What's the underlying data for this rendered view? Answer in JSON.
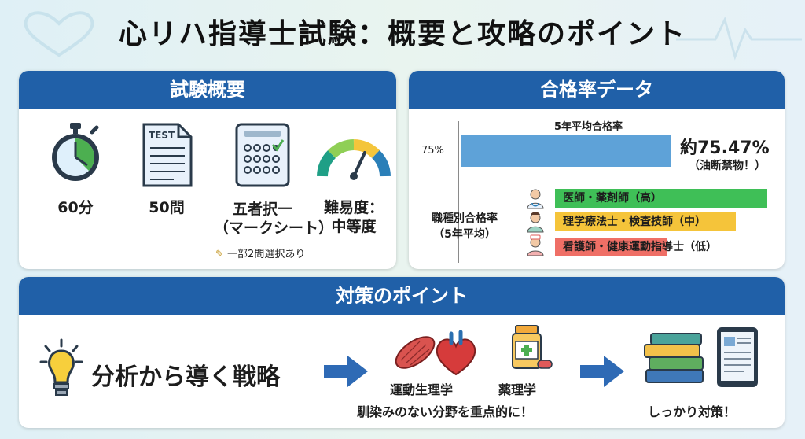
{
  "page": {
    "title": "心リハ指導士試験：概要と攻略のポイント"
  },
  "overview": {
    "header": "試験概要",
    "items": [
      {
        "icon": "stopwatch-icon",
        "label": "60分"
      },
      {
        "icon": "test-paper-icon",
        "label": "50問"
      },
      {
        "icon": "answer-sheet-icon",
        "label_line1": "五者択一",
        "label_line2": "（マークシート）"
      },
      {
        "icon": "gauge-icon",
        "label_line1": "難易度：",
        "label_line2": "中等度"
      }
    ],
    "note": "一部2問選択あり",
    "note_icon": "pencil-icon"
  },
  "rate": {
    "header": "合格率データ",
    "avg_title": "5年平均合格率",
    "avg_axis_label": "75%",
    "avg_value": 75.47,
    "avg_value_text": "約75.47%",
    "avg_warning": "（油断禁物！）",
    "by_job_label_line1": "職種別合格率",
    "by_job_label_line2": "（5年平均）",
    "jobs": [
      {
        "label": "医師・薬剤師（高）",
        "level": "high",
        "color": "#3fbf57",
        "icon": "doctor-icon"
      },
      {
        "label": "理学療法士・検査技師（中）",
        "level": "medium",
        "color": "#f5c43a",
        "icon": "therapist-icon"
      },
      {
        "label": "看護師・健康運動指導士（低）",
        "level": "low",
        "color": "#ef6f66",
        "icon": "nurse-icon"
      }
    ]
  },
  "points": {
    "header": "対策のポイント",
    "strategy": "分析から導く戦略",
    "strategy_icon": "lightbulb-icon",
    "subjects": [
      {
        "label": "運動生理学",
        "icon": "muscle-heart-icon"
      },
      {
        "label": "薬理学",
        "icon": "medicine-bottle-icon"
      }
    ],
    "focus_text": "馴染みのない分野を重点的に！",
    "result_text": "しっかり対策！",
    "result_icons": [
      "books-icon",
      "tablet-icon"
    ]
  },
  "colors": {
    "header_blue": "#2060a8",
    "arrow_blue": "#2e6ab5",
    "avg_bar": "#5ea2d8"
  }
}
